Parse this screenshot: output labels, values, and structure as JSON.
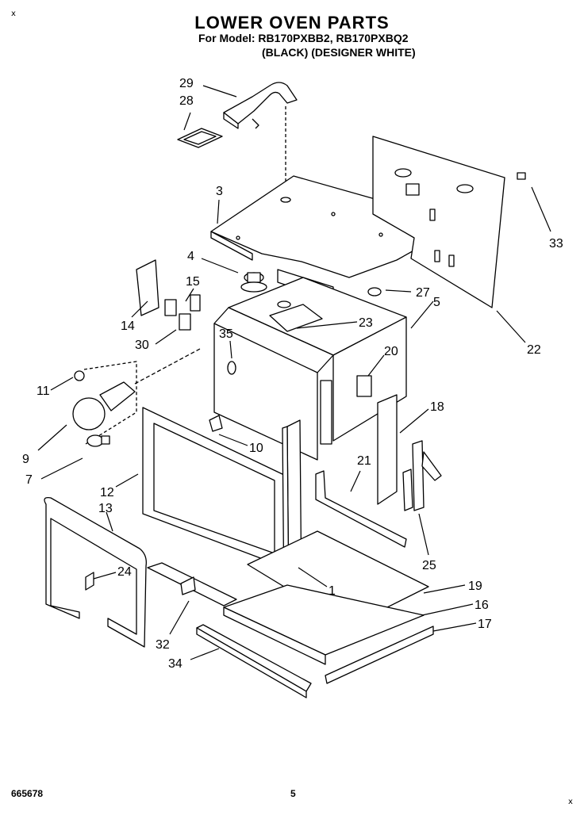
{
  "header": {
    "title": "LOWER OVEN PARTS",
    "model_line": "For Model: RB170PXBB2, RB170PXBQ2",
    "color_line": "(BLACK)  (DESIGNER WHITE)"
  },
  "footer": {
    "doc_number": "665678",
    "page_number": "5"
  },
  "corner_marks": {
    "top_left": "x",
    "bottom_right": "x"
  },
  "callouts": [
    "29",
    "28",
    "3",
    "33",
    "4",
    "15",
    "14",
    "27",
    "5",
    "23",
    "30",
    "35",
    "20",
    "22",
    "11",
    "9",
    "7",
    "10",
    "18",
    "21",
    "12",
    "13",
    "25",
    "24",
    "1",
    "19",
    "16",
    "17",
    "32",
    "34"
  ]
}
